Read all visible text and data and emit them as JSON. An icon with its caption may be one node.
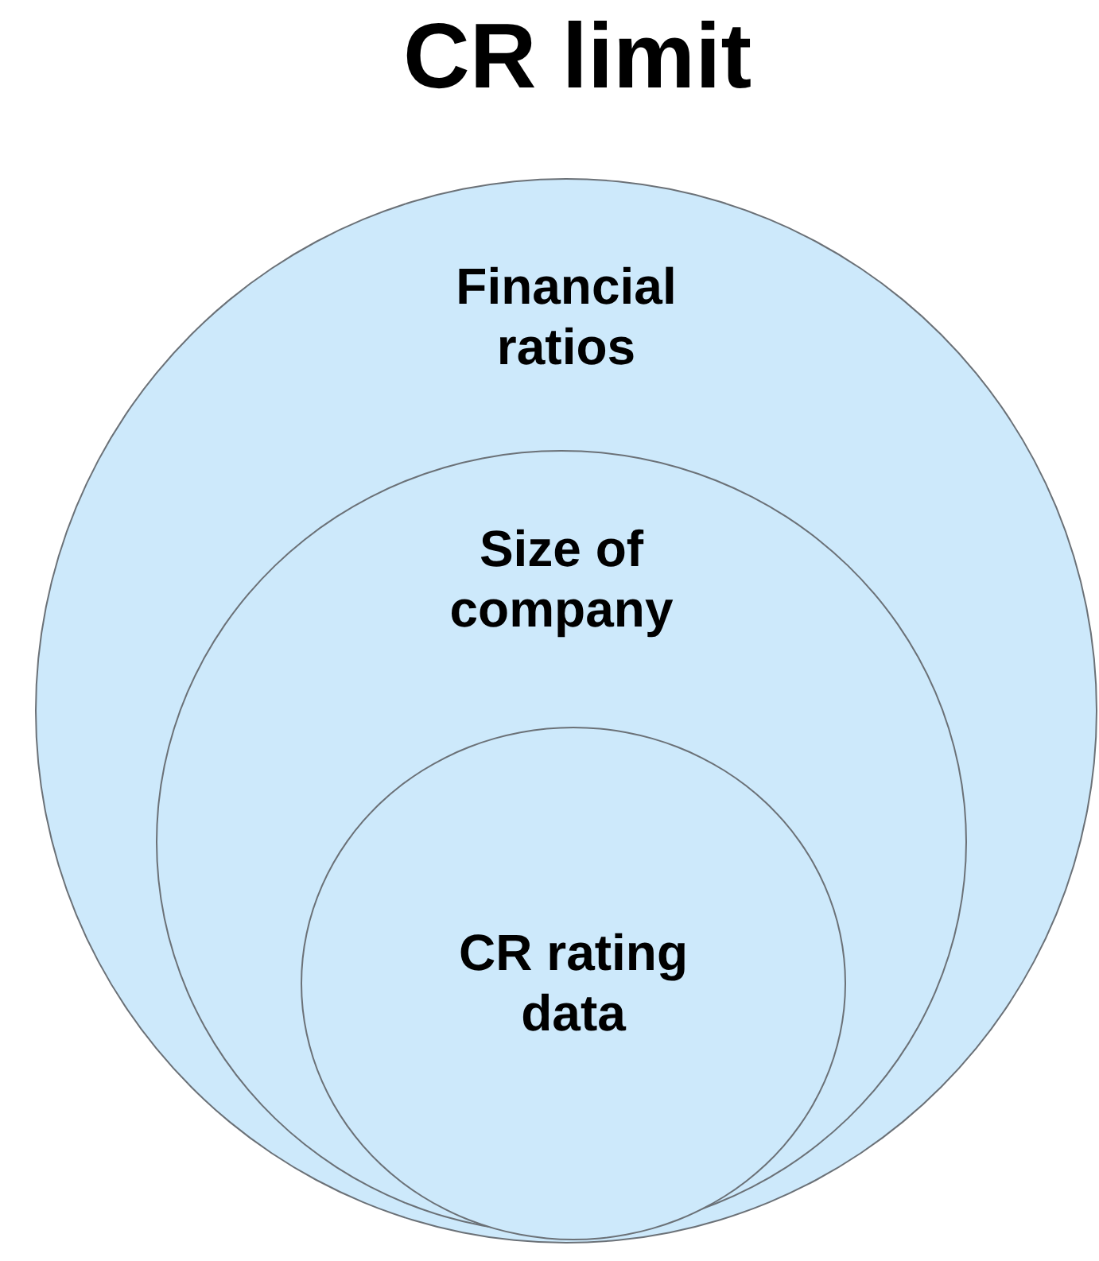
{
  "diagram": {
    "title": "CR limit",
    "nodes": [
      {
        "text": [
          "Financial ratios"
        ]
      },
      {
        "text": [
          "Size of company"
        ],
        "in": 0
      },
      {
        "text": [
          "CR rating data"
        ],
        "in": 1
      }
    ]
  }
}
